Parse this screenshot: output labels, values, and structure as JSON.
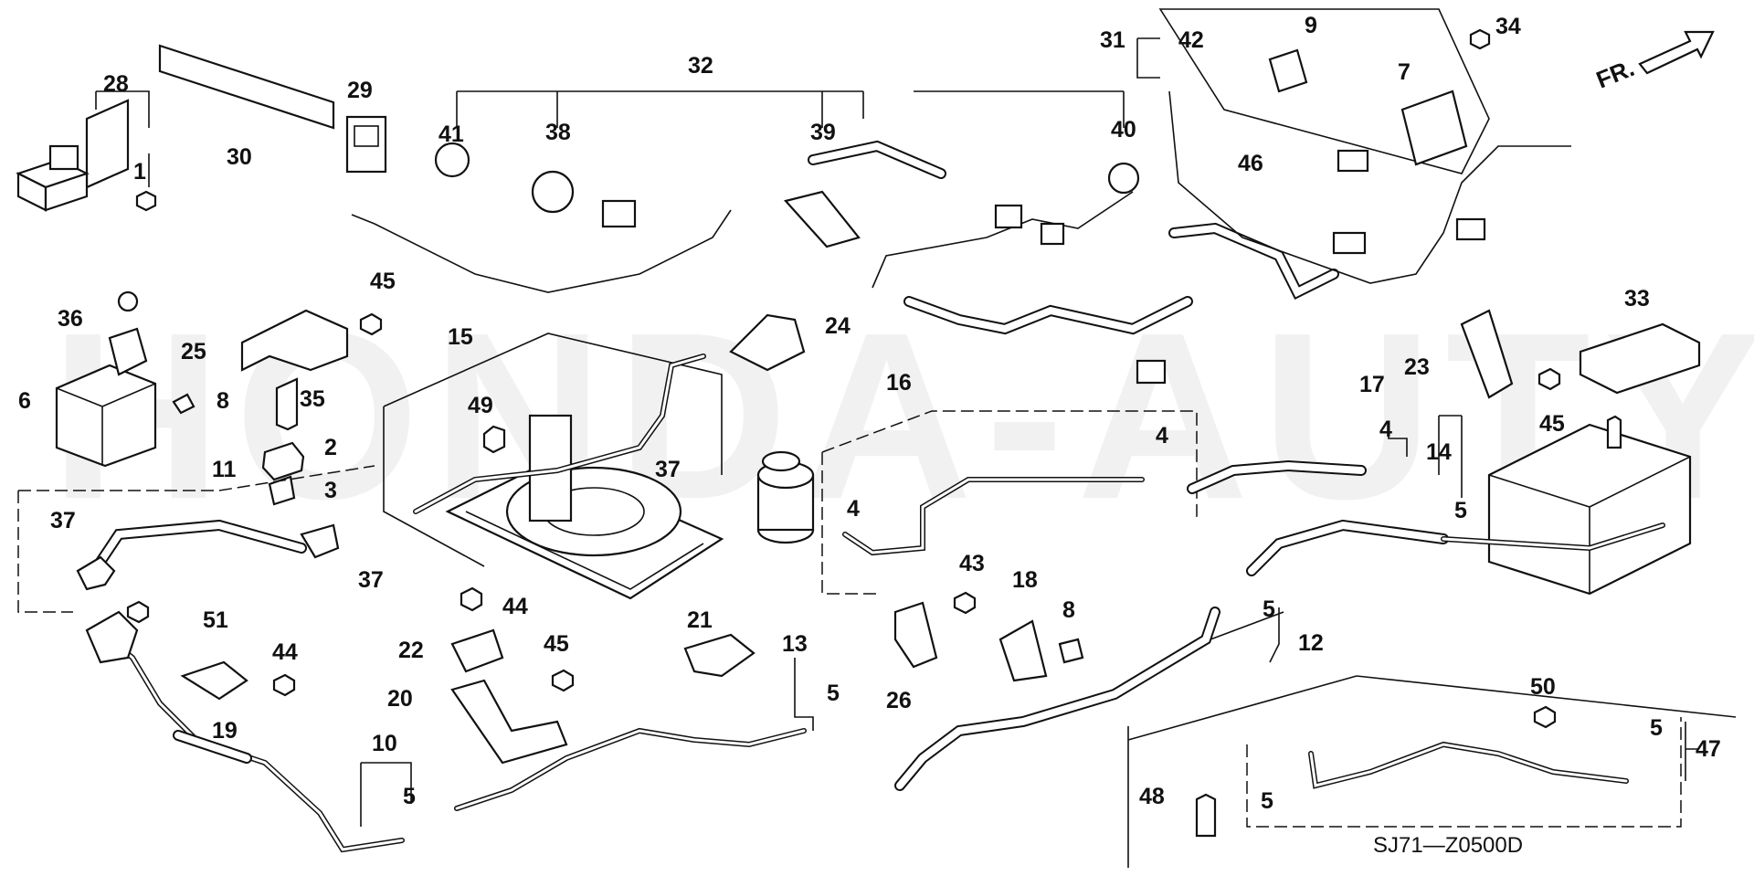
{
  "watermark": "HONDA-AUTY.COM",
  "diagram_code": "SJ71—Z0500D",
  "direction_label": "FR.",
  "callouts": [
    "1",
    "2",
    "3",
    "4",
    "4",
    "4",
    "5",
    "5",
    "5",
    "5",
    "5",
    "5",
    "6",
    "7",
    "8",
    "8",
    "9",
    "10",
    "11",
    "12",
    "13",
    "14",
    "15",
    "16",
    "17",
    "18",
    "19",
    "20",
    "21",
    "22",
    "23",
    "24",
    "25",
    "26",
    "28",
    "29",
    "30",
    "31",
    "32",
    "33",
    "34",
    "35",
    "36",
    "37",
    "37",
    "37",
    "38",
    "39",
    "40",
    "41",
    "42",
    "43",
    "44",
    "44",
    "45",
    "45",
    "45",
    "46",
    "47",
    "48",
    "49",
    "50",
    "51"
  ]
}
